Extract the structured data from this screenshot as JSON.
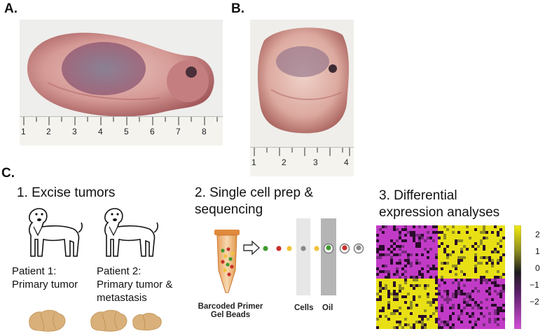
{
  "panels": {
    "a_label": "A.",
    "b_label": "B.",
    "c_label": "C."
  },
  "ruler_a": {
    "numbers": [
      "1",
      "2",
      "3",
      "4",
      "5",
      "6",
      "7",
      "8"
    ]
  },
  "ruler_b": {
    "numbers": [
      "1",
      "2",
      "3",
      "4"
    ]
  },
  "step1": {
    "title": "1. Excise tumors",
    "patient1_line1": "Patient 1:",
    "patient1_line2": "Primary tumor",
    "patient2_line1": "Patient 2:",
    "patient2_line2": "Primary tumor &",
    "patient2_line3": "metastasis"
  },
  "step2": {
    "title_line1": "2. Single cell prep &",
    "title_line2": "sequencing",
    "beads_line1": "Barcoded Primer",
    "beads_line2": "Gel Beads",
    "cells_label": "Cells",
    "oil_label": "Oil"
  },
  "step3": {
    "title_line1": "3. Differential",
    "title_line2": "expression analyses",
    "colorbar_ticks": [
      "2",
      "1",
      "0",
      "−1",
      "−2"
    ]
  },
  "colors": {
    "heatmap_yellow": "#e8e015",
    "heatmap_magenta": "#c23bc7",
    "heatmap_dark": "#2a0b2b",
    "tissue": "#d9b07a",
    "bead_green": "#3f9a2e",
    "bead_red": "#c8302a",
    "bead_yellow": "#f2c23a"
  }
}
